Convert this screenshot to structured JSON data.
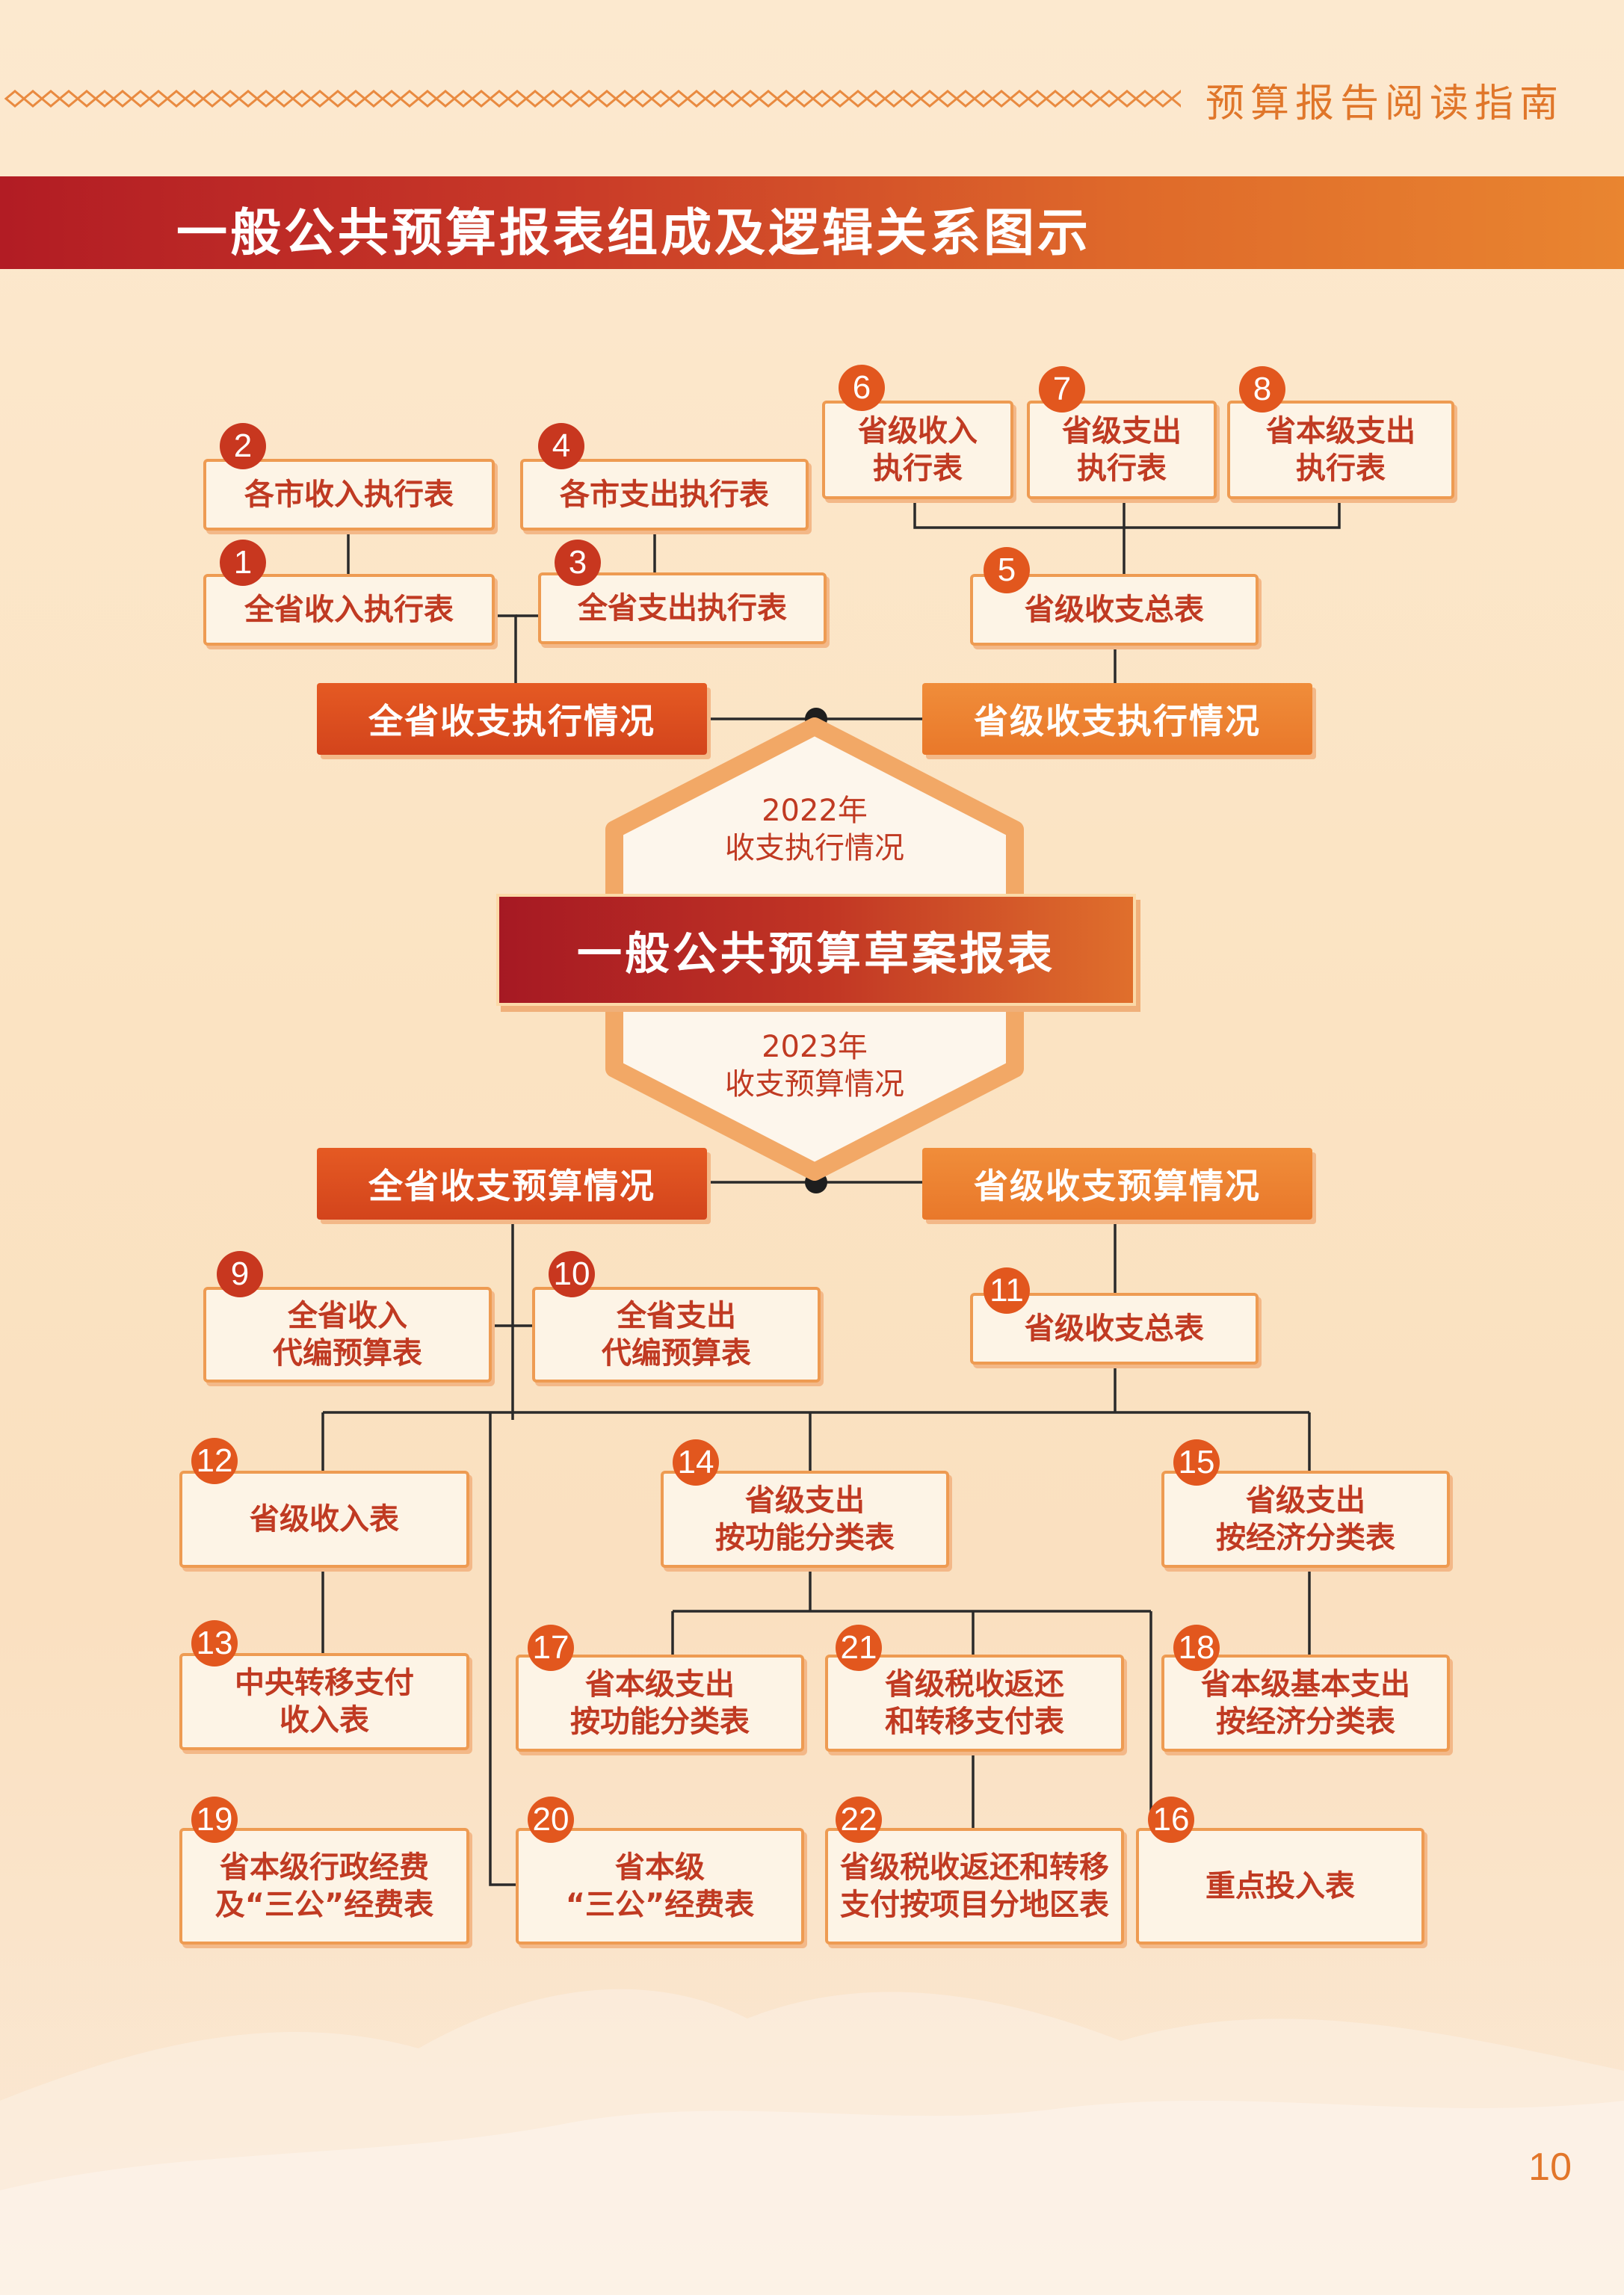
{
  "header": {
    "guide_title": "预算报告阅读指南"
  },
  "banner": {
    "title": "一般公共预算报表组成及逻辑关系图示"
  },
  "center": {
    "title": "一般公共预算草案报表",
    "upper_label": "2022年\n收支执行情况",
    "lower_label": "2023年\n收支预算情况"
  },
  "sections": {
    "province_exec": "全省收支执行情况",
    "prov_level_exec": "省级收支执行情况",
    "province_budget": "全省收支预算情况",
    "prov_level_budget": "省级收支预算情况"
  },
  "tables": [
    {
      "num": "1",
      "label": "全省收入执行表"
    },
    {
      "num": "2",
      "label": "各市收入执行表"
    },
    {
      "num": "3",
      "label": "全省支出执行表"
    },
    {
      "num": "4",
      "label": "各市支出执行表"
    },
    {
      "num": "5",
      "label": "省级收支总表"
    },
    {
      "num": "6",
      "label": "省级收入\n执行表"
    },
    {
      "num": "7",
      "label": "省级支出\n执行表"
    },
    {
      "num": "8",
      "label": "省本级支出\n执行表"
    },
    {
      "num": "9",
      "label": "全省收入\n代编预算表"
    },
    {
      "num": "10",
      "label": "全省支出\n代编预算表"
    },
    {
      "num": "11",
      "label": "省级收支总表"
    },
    {
      "num": "12",
      "label": "省级收入表"
    },
    {
      "num": "13",
      "label": "中央转移支付\n收入表"
    },
    {
      "num": "14",
      "label": "省级支出\n按功能分类表"
    },
    {
      "num": "15",
      "label": "省级支出\n按经济分类表"
    },
    {
      "num": "16",
      "label": "重点投入表"
    },
    {
      "num": "17",
      "label": "省本级支出\n按功能分类表"
    },
    {
      "num": "18",
      "label": "省本级基本支出\n按经济分类表"
    },
    {
      "num": "19",
      "label": "省本级行政经费\n及“三公”经费表"
    },
    {
      "num": "20",
      "label": "省本级\n“三公”经费表"
    },
    {
      "num": "21",
      "label": "省级税收返还\n和转移支付表"
    },
    {
      "num": "22",
      "label": "省级税收返还和转移\n支付按项目分地区表"
    }
  ],
  "page": {
    "number": "10"
  },
  "colors": {
    "accent_red": "#c03a22",
    "accent_orange": "#ee9b52",
    "banner_red": "#b21c24"
  }
}
